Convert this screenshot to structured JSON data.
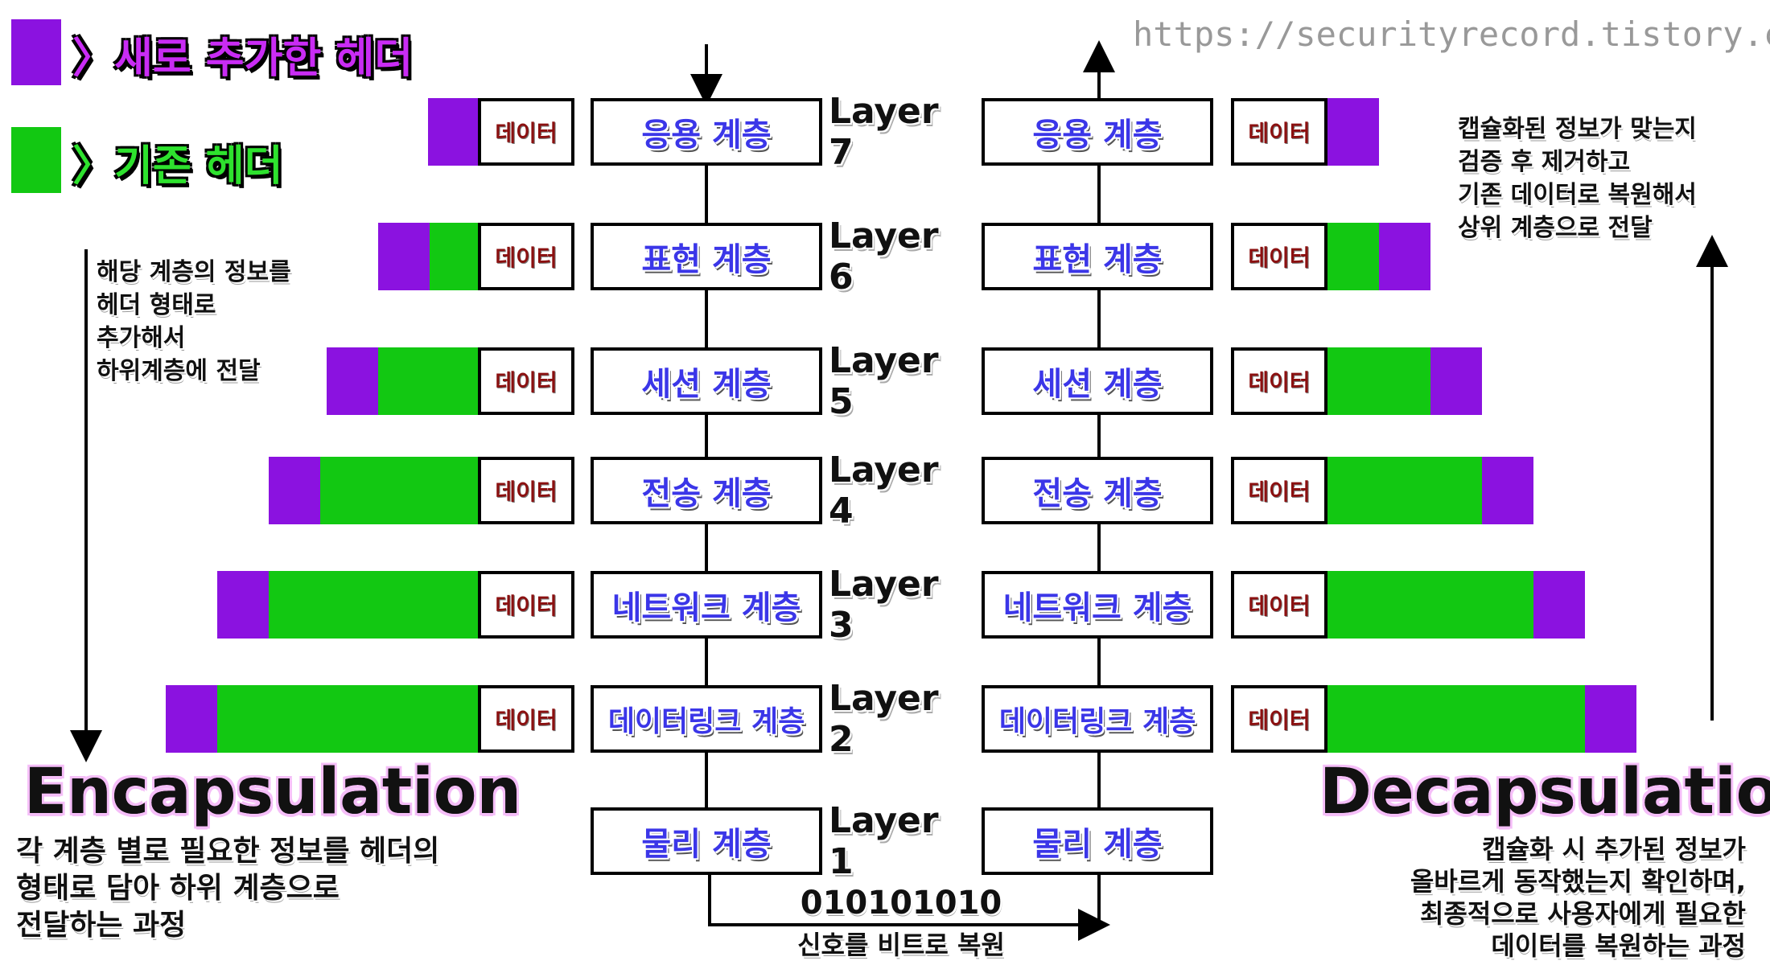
{
  "url": "https://securityrecord.tistory.com/",
  "legend": {
    "new_header": "〉새로 추가한 헤더",
    "existing_header": "〉기존 헤더"
  },
  "colors": {
    "new_header": "#8b12e0",
    "existing_header": "#12c812",
    "layer_text": "#3b36e8",
    "data_text": "#8b1010"
  },
  "data_label": "데이터",
  "layers": [
    {
      "number": 7,
      "label": "Layer 7",
      "name": "응용 계층"
    },
    {
      "number": 6,
      "label": "Layer 6",
      "name": "표현 계층"
    },
    {
      "number": 5,
      "label": "Layer 5",
      "name": "세션 계층"
    },
    {
      "number": 4,
      "label": "Layer 4",
      "name": "전송 계층"
    },
    {
      "number": 3,
      "label": "Layer 3",
      "name": "네트워크 계층"
    },
    {
      "number": 2,
      "label": "Layer 2",
      "name": "데이터링크 계층"
    },
    {
      "number": 1,
      "label": "Layer 1",
      "name": "물리 계층"
    }
  ],
  "left_note": [
    "해당 계층의 정보를",
    "헤더 형태로",
    "추가해서",
    "하위계층에 전달"
  ],
  "right_note": [
    "캡슐화된 정보가 맞는지",
    "검증 후 제거하고",
    "기존 데이터로 복원해서",
    "상위 계층으로 전달"
  ],
  "encapsulation": {
    "title": "Encapsulation",
    "description": [
      "각 계층 별로 필요한 정보를 헤더의",
      "형태로 담아 하위 계층으로",
      "전달하는 과정"
    ]
  },
  "decapsulation": {
    "title": "Decapsulation",
    "description": [
      "캡슐화 시 추가된 정보가",
      "올바르게 동작했는지 확인하며,",
      "최종적으로 사용자에게 필요한",
      "데이터를 복원하는 과정"
    ]
  },
  "bits": {
    "value": "010101010",
    "caption": "신호를 비트로 복원"
  }
}
